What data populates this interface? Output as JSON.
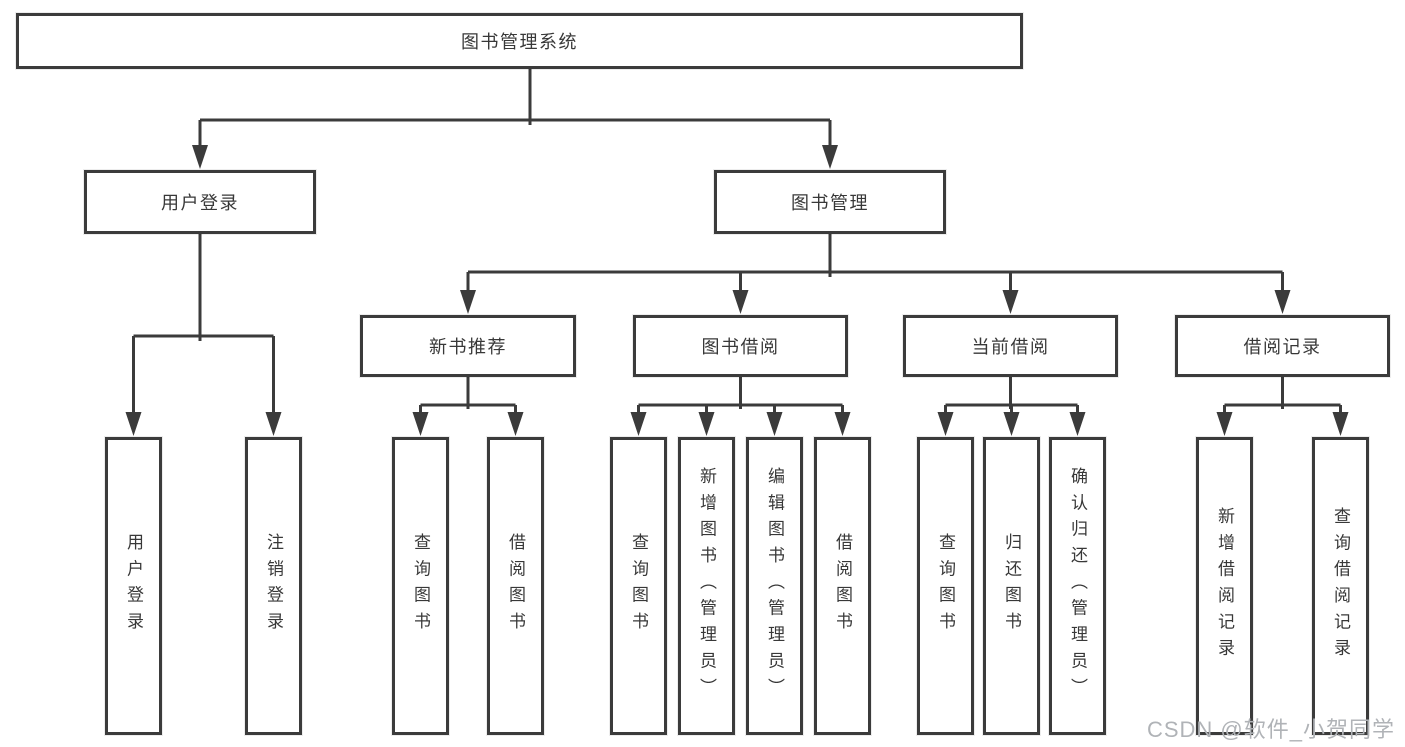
{
  "tree": {
    "root": {
      "label": "图书管理系统"
    },
    "branches": [
      {
        "label": "用户登录",
        "children": [
          {
            "label": "用户登录"
          },
          {
            "label": "注销登录"
          }
        ]
      },
      {
        "label": "图书管理",
        "children": [
          {
            "label": "新书推荐",
            "children": [
              {
                "label": "查询图书"
              },
              {
                "label": "借阅图书"
              }
            ]
          },
          {
            "label": "图书借阅",
            "children": [
              {
                "label": "查询图书"
              },
              {
                "label": "新增图书（管理员）"
              },
              {
                "label": "编辑图书（管理员）"
              },
              {
                "label": "借阅图书"
              }
            ]
          },
          {
            "label": "当前借阅",
            "children": [
              {
                "label": "查询图书"
              },
              {
                "label": "归还图书"
              },
              {
                "label": "确认归还（管理员）"
              }
            ]
          },
          {
            "label": "借阅记录",
            "children": [
              {
                "label": "新增借阅记录"
              },
              {
                "label": "查询借阅记录"
              }
            ]
          }
        ]
      }
    ]
  },
  "watermark": "CSDN @软件_小贺同学",
  "colors": {
    "line": "#3b3b3b",
    "text": "#383838",
    "box_background": "#ffffff",
    "watermark": "#b0b3b7",
    "background": "#ffffff"
  }
}
